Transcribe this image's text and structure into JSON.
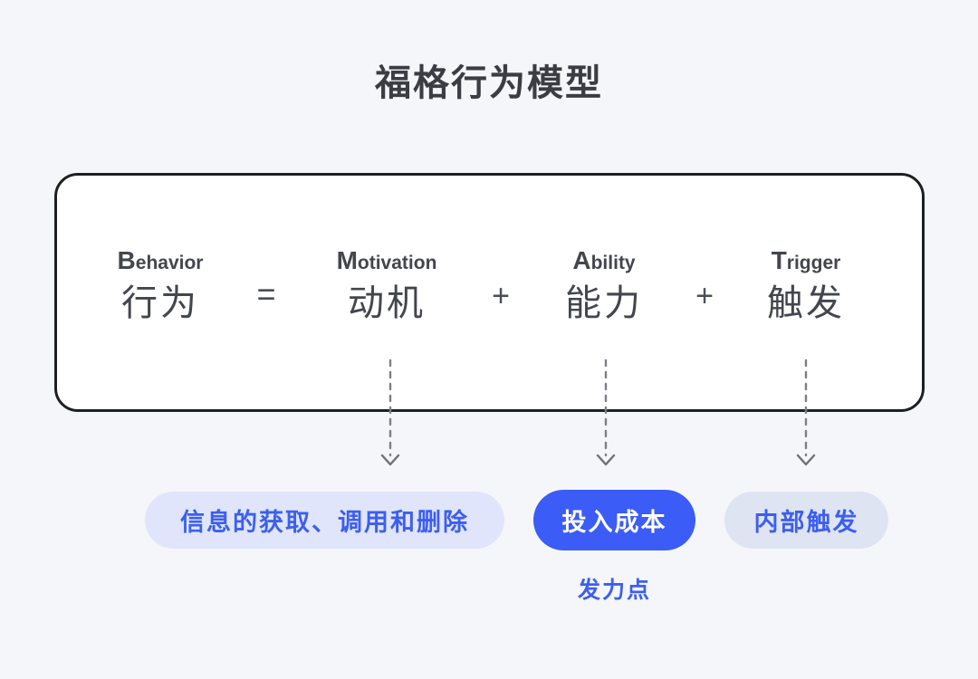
{
  "page": {
    "title": "福格行为模型",
    "background_color": "#f4f6f9"
  },
  "equation": {
    "terms": [
      {
        "en_cap": "B",
        "en_rest": "ehavior",
        "cn": "行为"
      },
      {
        "en_cap": "M",
        "en_rest": "otivation",
        "cn": "动机"
      },
      {
        "en_cap": "A",
        "en_rest": "bility",
        "cn": "能力"
      },
      {
        "en_cap": "T",
        "en_rest": "rigger",
        "cn": "触发"
      }
    ],
    "operators": [
      {
        "symbol": "="
      },
      {
        "symbol": "+"
      },
      {
        "symbol": "+"
      }
    ],
    "border_color": "#1d1f22",
    "fill_color": "#ffffff"
  },
  "connectors": [
    {
      "from": "动机",
      "to": "信息的获取、调用和删除",
      "style": "dashed-arrow"
    },
    {
      "from": "能力",
      "to": "投入成本",
      "style": "dashed-arrow"
    },
    {
      "from": "触发",
      "to": "内部触发",
      "style": "dashed-arrow"
    }
  ],
  "outcomes": [
    {
      "label": "信息的获取、调用和删除",
      "emphasis": "muted",
      "bg": "#e0e5fb",
      "fg": "#3c5ff0"
    },
    {
      "label": "投入成本",
      "emphasis": "highlighted",
      "bg": "#3b5cf6",
      "fg": "#ffffff"
    },
    {
      "label": "内部触发",
      "emphasis": "muted",
      "bg": "#dfe4f3",
      "fg": "#3c5ff0"
    }
  ],
  "caption": {
    "text": "发力点",
    "color": "#3c5ff0"
  }
}
